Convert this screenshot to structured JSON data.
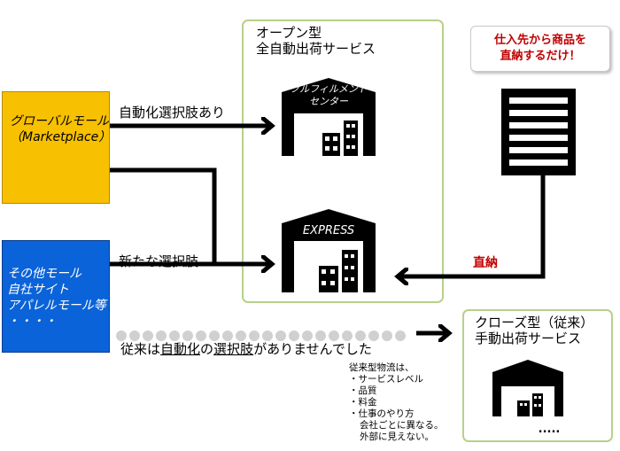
{
  "sources": {
    "global_mall": [
      "グローバルモール",
      "（Marketplace）"
    ],
    "other_malls": [
      "その他モール",
      "自社サイト",
      "アパレルモール等",
      "・・・・"
    ]
  },
  "open_service": {
    "title_line1": "オープン型",
    "title_line2": "全自動出荷サービス",
    "fulfillment_center_line1": "フルフィルメント",
    "fulfillment_center_line2": "センター",
    "express_label": "EXPRESS"
  },
  "closed_service": {
    "title_line1": "クローズ型（従来）",
    "title_line2": "手動出荷サービス",
    "building_dots": "....."
  },
  "supplier_callout": {
    "line1": "仕入先から商品を",
    "line2": "直納するだけ！"
  },
  "flow_labels": {
    "automation_option": "自動化選択肢あり",
    "new_option": "新たな選択肢",
    "direct_delivery": "直納",
    "previously_none_prefix": "従来は",
    "previously_none_u1": "自動化",
    "previously_none_mid": "の",
    "previously_none_u2": "選択肢",
    "previously_none_suffix": "がありませんでした"
  },
  "traditional_notes": {
    "heading": "従来型物流は、",
    "items": [
      "・サービスレベル",
      "・品質",
      "・料金",
      "・仕事のやり方"
    ],
    "conclusion_line1": "会社ごとに異なる。",
    "conclusion_line2": "外部に見えない。"
  },
  "colors": {
    "yellow": "#f7c000",
    "blue": "#0a63d8",
    "panel_border": "#b8d08a",
    "accent_red": "#c00000"
  }
}
